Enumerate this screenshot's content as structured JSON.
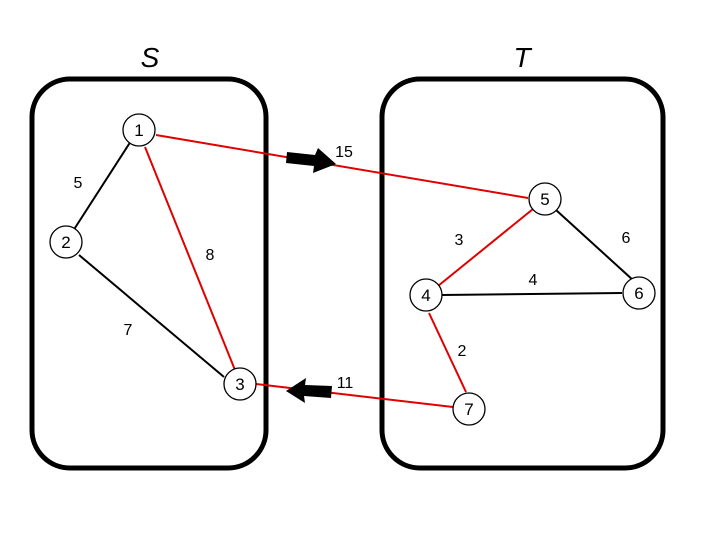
{
  "sets": [
    {
      "id": "S",
      "label": "S"
    },
    {
      "id": "T",
      "label": "T"
    }
  ],
  "nodes": [
    {
      "id": "1",
      "label": "1",
      "set": "S"
    },
    {
      "id": "2",
      "label": "2",
      "set": "S"
    },
    {
      "id": "3",
      "label": "3",
      "set": "S"
    },
    {
      "id": "5",
      "label": "5",
      "set": "T"
    },
    {
      "id": "4",
      "label": "4",
      "set": "T"
    },
    {
      "id": "6",
      "label": "6",
      "set": "T"
    },
    {
      "id": "7",
      "label": "7",
      "set": "T"
    }
  ],
  "edges": [
    {
      "id": "e1-2",
      "from": "1",
      "to": "2",
      "weight": "5",
      "color": "#000000"
    },
    {
      "id": "e1-3",
      "from": "1",
      "to": "3",
      "weight": "8",
      "color": "#e00000"
    },
    {
      "id": "e2-3",
      "from": "2",
      "to": "3",
      "weight": "7",
      "color": "#000000"
    },
    {
      "id": "e1-5",
      "from": "1",
      "to": "5",
      "weight": "15",
      "color": "#e00000",
      "arrow": "right"
    },
    {
      "id": "e5-4",
      "from": "5",
      "to": "4",
      "weight": "3",
      "color": "#e00000"
    },
    {
      "id": "e5-6",
      "from": "5",
      "to": "6",
      "weight": "6",
      "color": "#000000"
    },
    {
      "id": "e4-6",
      "from": "4",
      "to": "6",
      "weight": "4",
      "color": "#000000"
    },
    {
      "id": "e4-7",
      "from": "4",
      "to": "7",
      "weight": "2",
      "color": "#e00000"
    },
    {
      "id": "e7-3",
      "from": "7",
      "to": "3",
      "weight": "11",
      "color": "#e00000",
      "arrow": "left"
    }
  ]
}
